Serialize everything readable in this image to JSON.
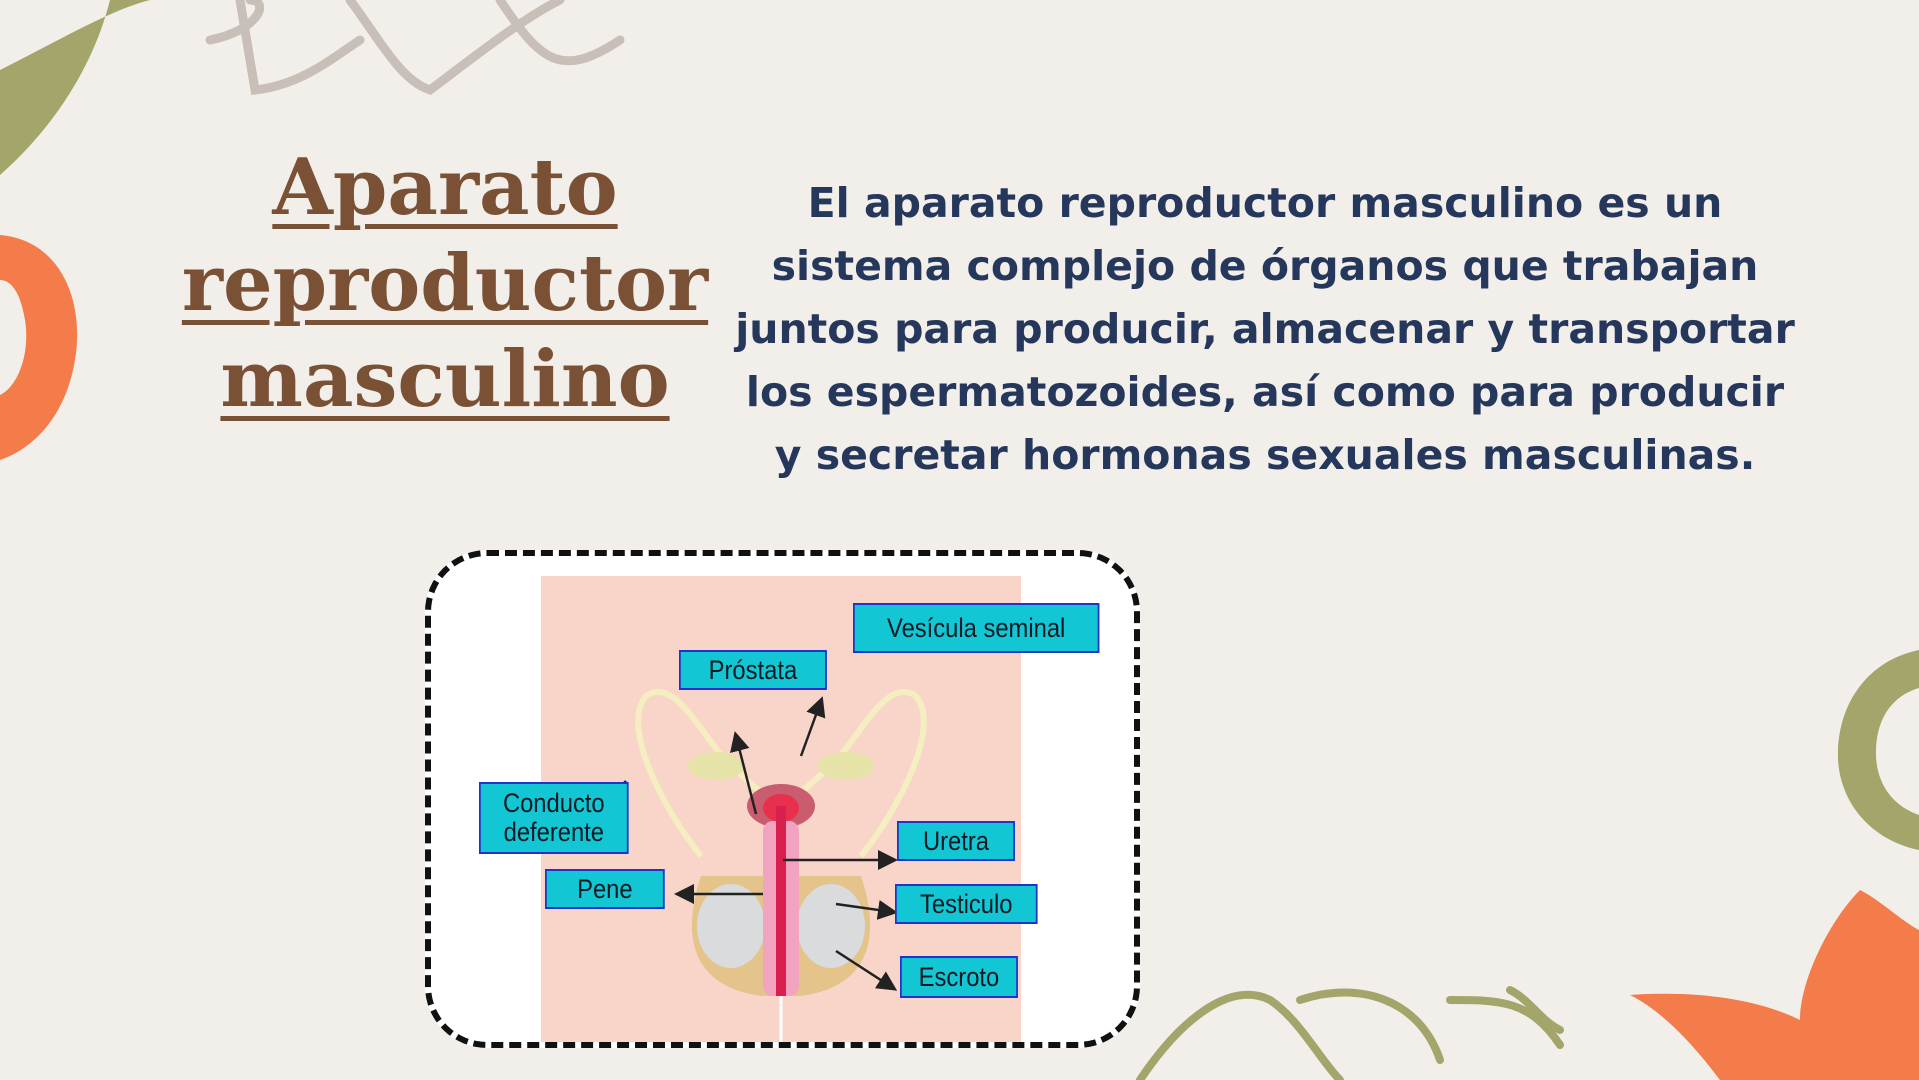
{
  "title": "Aparato reproductor masculino",
  "description": "El aparato reproductor masculino es un sistema complejo de órganos que trabajan juntos para producir, almacenar y transportar los espermatozoides, así como para producir y secretar hormonas sexuales masculinas.",
  "figure": {
    "labels": {
      "vesicula": "Vesícula seminal",
      "prostata": "Próstata",
      "conducto": "Conducto deferente",
      "uretra": "Uretra",
      "pene": "Pene",
      "testiculo": "Testiculo",
      "escroto": "Escroto"
    }
  },
  "colors": {
    "background": "#f2efeb",
    "title": "#7b5136",
    "text": "#26375c",
    "label_fill": "#12c6d4",
    "olive": "#a3a56a",
    "orange": "#f47b4a"
  }
}
